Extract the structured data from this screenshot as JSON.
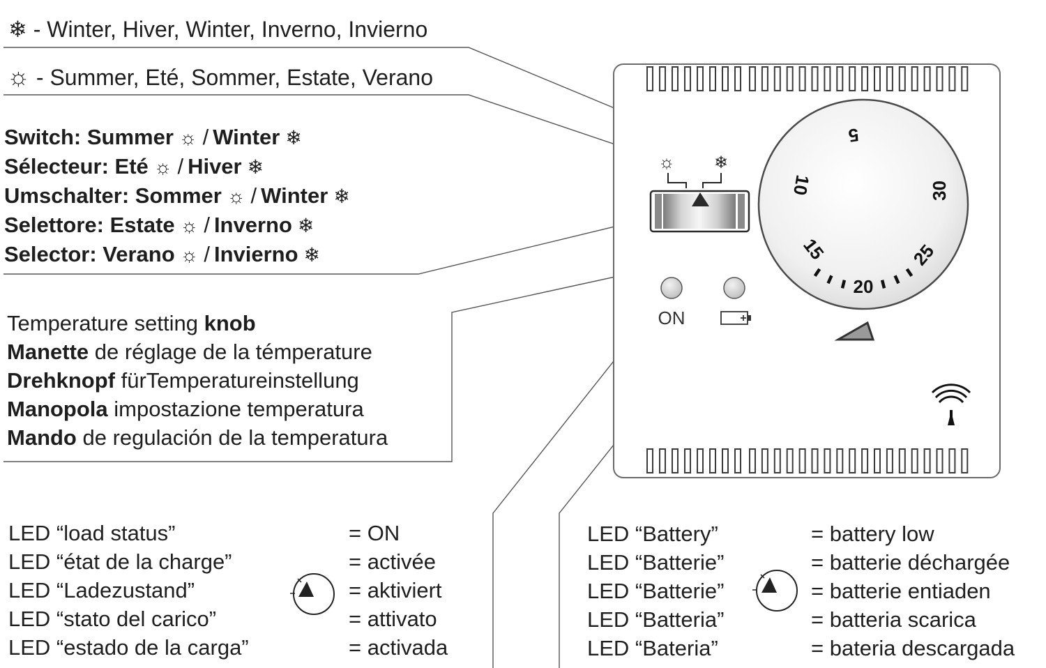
{
  "icons": {
    "snow": "❄",
    "sun": "☼",
    "snow_name": "snowflake-icon",
    "sun_name": "sun-icon"
  },
  "header": {
    "winter": "- Winter, Hiver, Winter, Inverno, Invierno",
    "summer": "- Summer, Eté, Sommer, Estate, Verano"
  },
  "switch_lines": [
    {
      "label": "Switch: Summer",
      "winter": "Winter"
    },
    {
      "label": "Sélecteur: Eté",
      "winter": "Hiver"
    },
    {
      "label": "Umschalter: Sommer",
      "winter": "Winter"
    },
    {
      "label": "Selettore: Estate",
      "winter": "Inverno"
    },
    {
      "label": "Selector: Verano",
      "winter": "Invierno"
    }
  ],
  "slash": "/",
  "knob_lines": [
    {
      "pre": "Temperature setting ",
      "bold": "knob",
      "post": ""
    },
    {
      "pre": "",
      "bold": "Manette",
      "post": " de réglage de la témperature"
    },
    {
      "pre": "",
      "bold": "Drehknopf",
      "post": " fürTemperatureinstellung"
    },
    {
      "pre": "",
      "bold": "Manopola",
      "post": " impostazione temperatura"
    },
    {
      "pre": "",
      "bold": "Mando",
      "post": " de regulación de la temperatura"
    }
  ],
  "led_load": {
    "labels": [
      "LED “load status”",
      "LED “état de la charge”",
      "LED “Ladezustand”",
      "LED “stato del carico”",
      "LED “estado de la carga”"
    ],
    "values": [
      "= ON",
      "= activée",
      "= aktiviert",
      "= attivato",
      "= activada"
    ]
  },
  "led_battery": {
    "labels": [
      "LED “Battery”",
      "LED “Batterie”",
      "LED “Batterie”",
      "LED “Batteria”",
      "LED “Bateria”"
    ],
    "values": [
      "= battery low",
      "= batterie déchargée",
      "= batterie entiaden",
      "= batteria scarica",
      "= bateria descargada"
    ]
  },
  "device": {
    "dial_numbers": [
      "5",
      "10",
      "15",
      "20",
      "25",
      "30"
    ],
    "on_label": "ON",
    "battery_icon": "battery-icon",
    "wireless_icon": "wireless-signal-icon"
  }
}
